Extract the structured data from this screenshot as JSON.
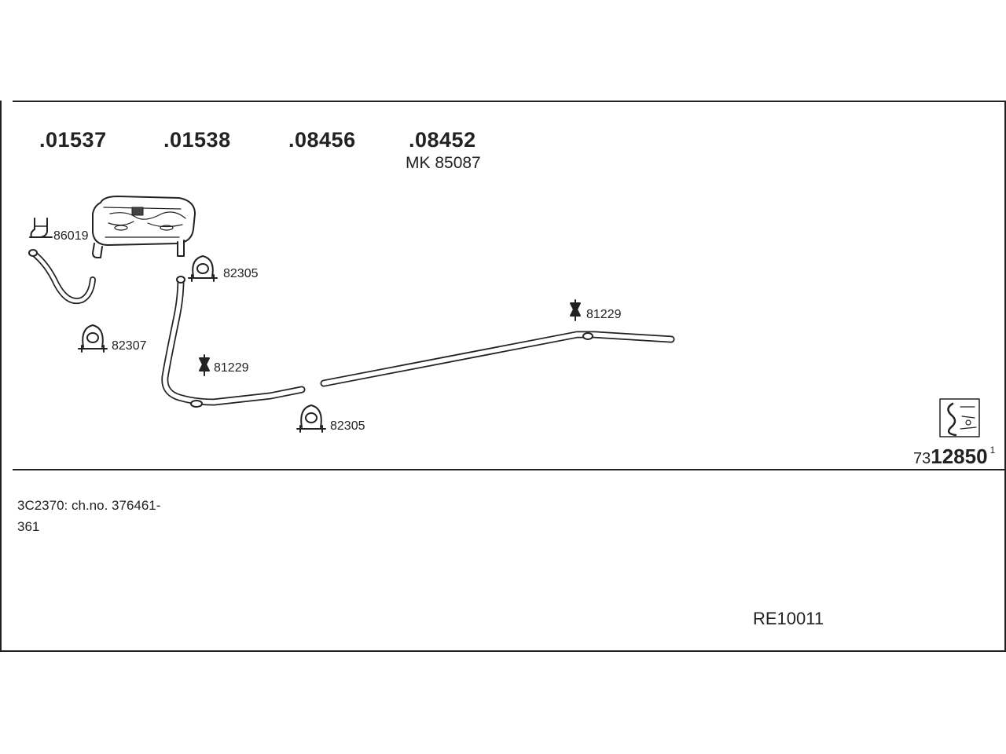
{
  "header_codes": [
    ".01537",
    ".01538",
    ".08456",
    ".08452"
  ],
  "header_subcode": "MK  85087",
  "part_labels": {
    "hanger_86019": "86019",
    "clamp_82305_top": "82305",
    "clamp_82307": "82307",
    "mount_81229_mid": "81229",
    "mount_81229_right": "81229",
    "clamp_82305_bottom": "82305"
  },
  "catalog_number": {
    "prefix": "73",
    "main": "12850",
    "suffix": "1"
  },
  "note_line1": "3C2370: ch.no. 376461-",
  "note_line2": "361",
  "set_id": "RE10011"
}
